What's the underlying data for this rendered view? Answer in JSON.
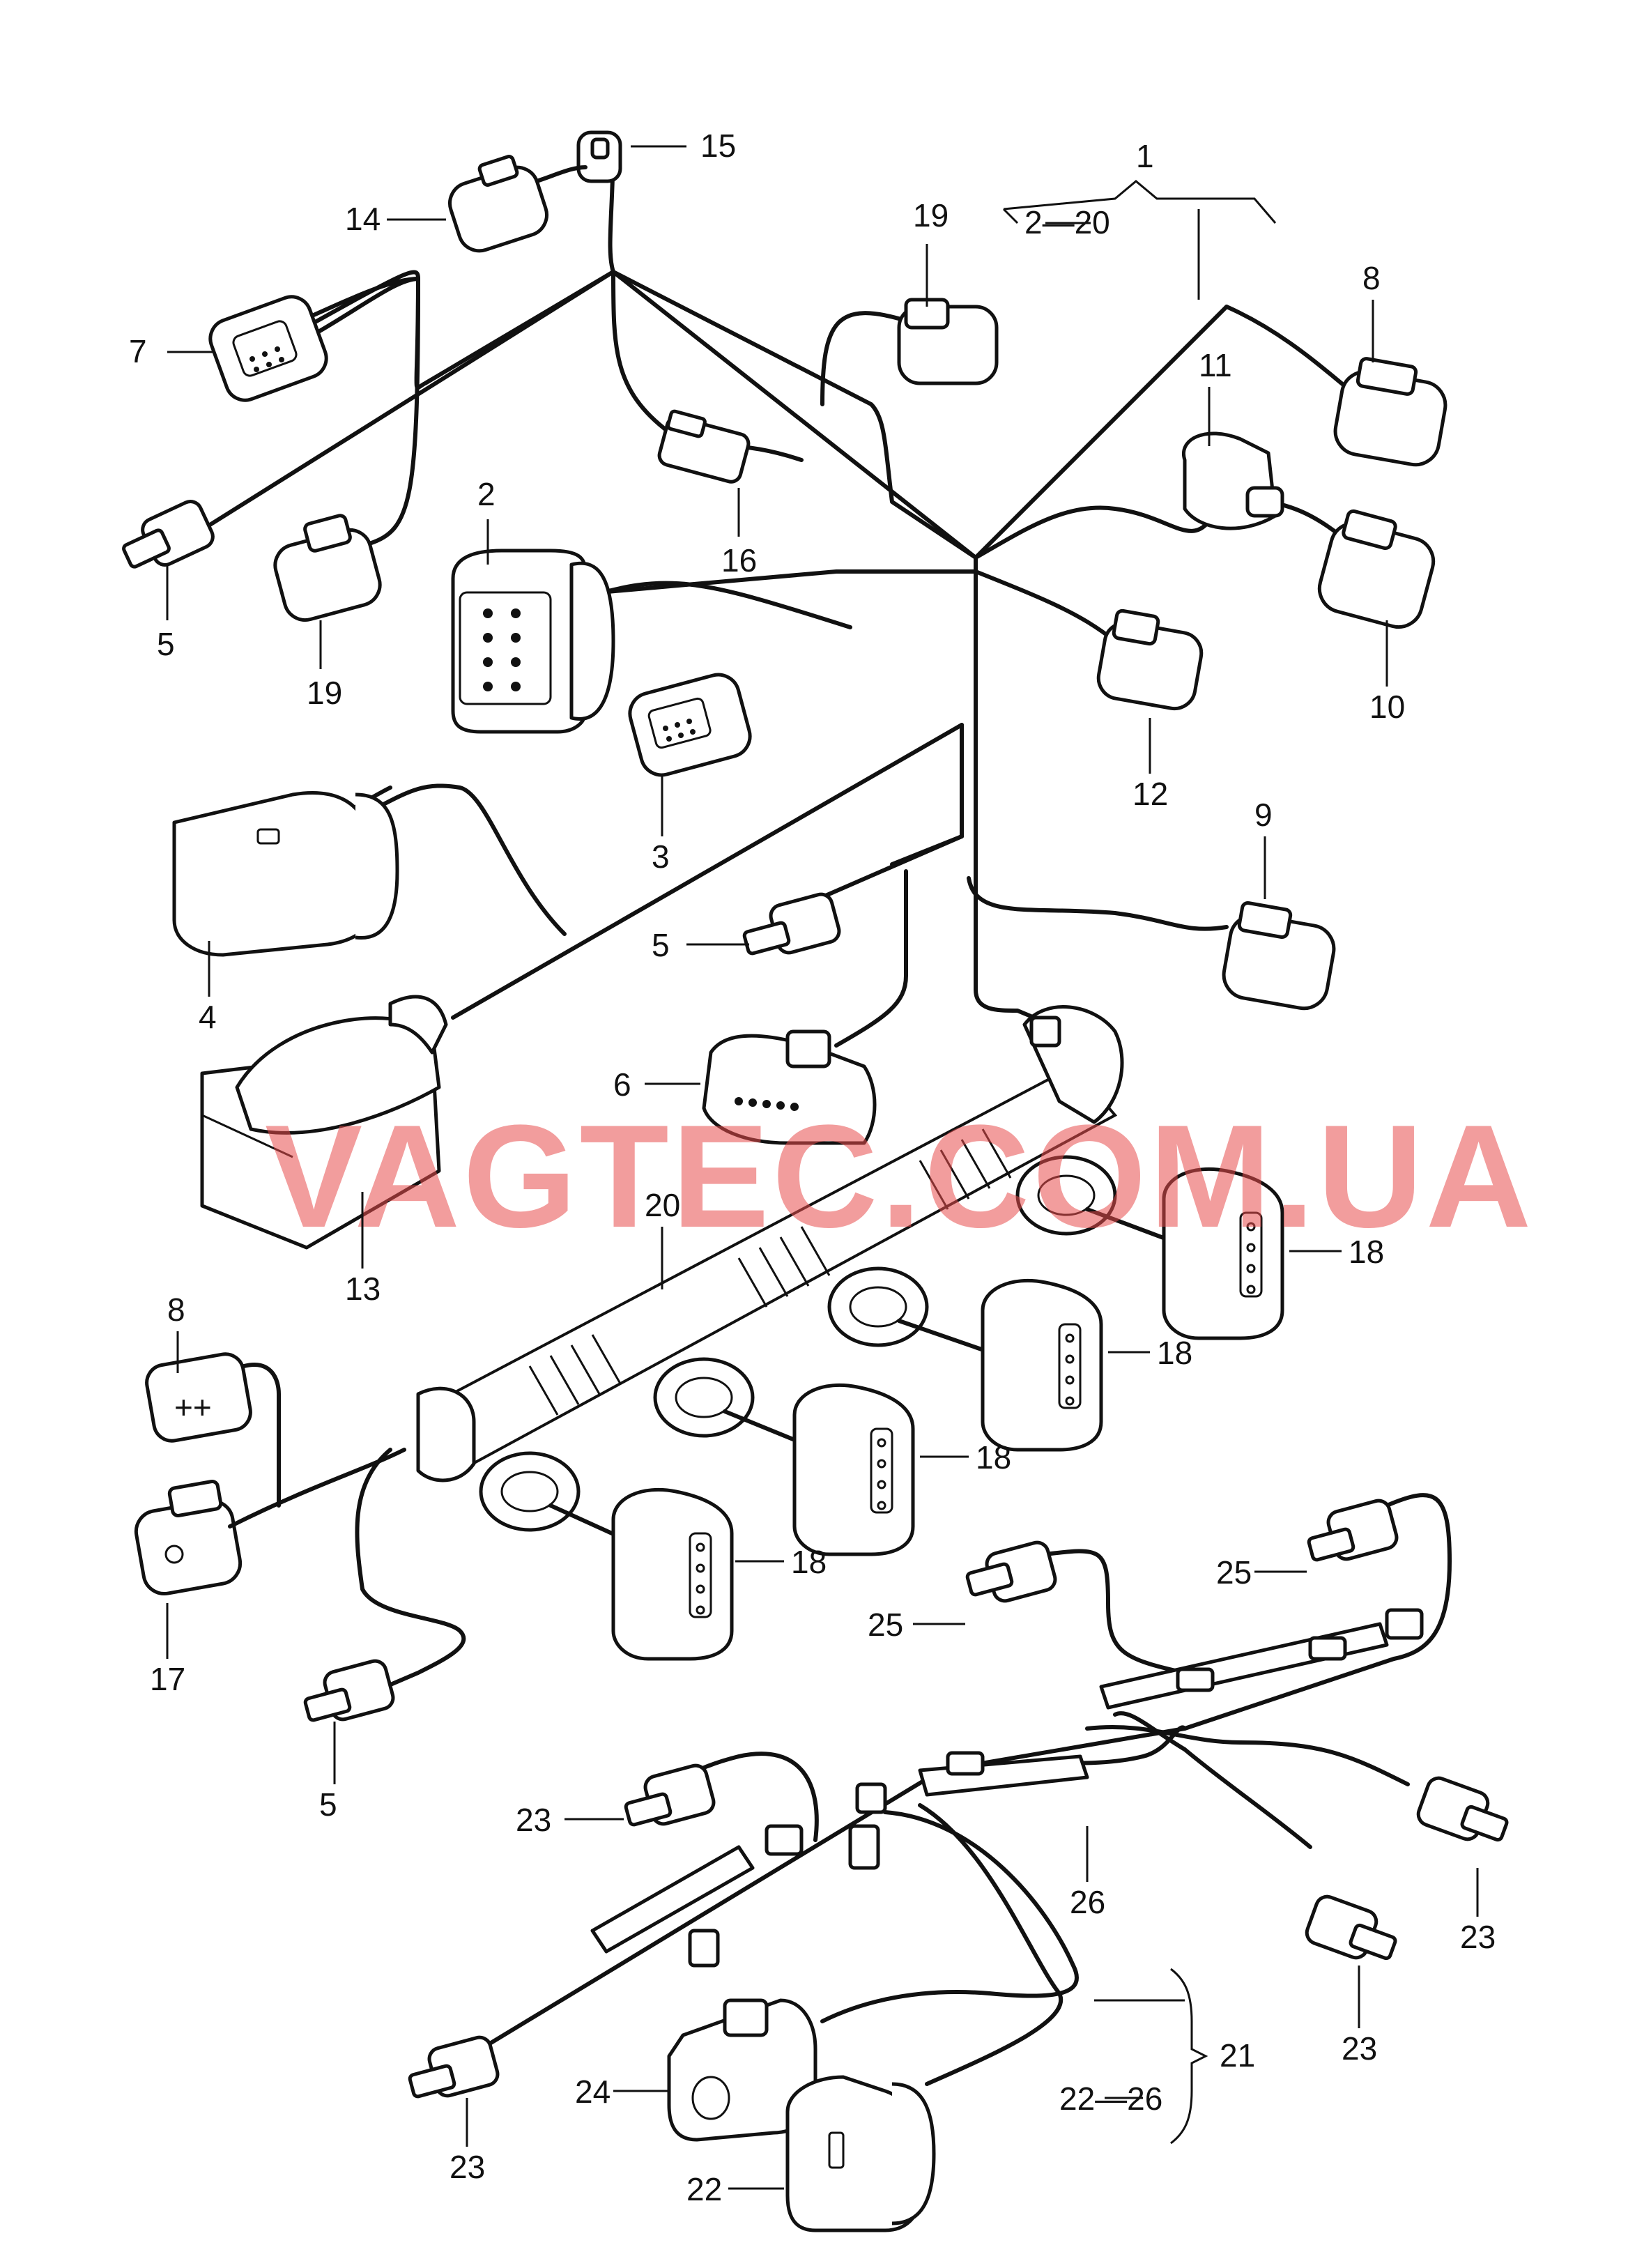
{
  "watermark": "VAGTEC.COM.UA",
  "callouts": {
    "c1": "1",
    "c1_range": "2—20",
    "c2": "2",
    "c3": "3",
    "c4": "4",
    "c5a": "5",
    "c5b": "5",
    "c5c": "5",
    "c6": "6",
    "c7": "7",
    "c8a": "8",
    "c8b": "8",
    "c9": "9",
    "c10": "10",
    "c11": "11",
    "c12": "12",
    "c13": "13",
    "c14": "14",
    "c15": "15",
    "c16": "16",
    "c17": "17",
    "c18a": "18",
    "c18b": "18",
    "c18c": "18",
    "c18d": "18",
    "c19a": "19",
    "c19b": "19",
    "c20": "20",
    "c21": "21",
    "c21_range": "22—26",
    "c22": "22",
    "c23a": "23",
    "c23b": "23",
    "c23c": "23",
    "c23d": "23",
    "c24": "24",
    "c25a": "25",
    "c25b": "25",
    "c26": "26"
  }
}
